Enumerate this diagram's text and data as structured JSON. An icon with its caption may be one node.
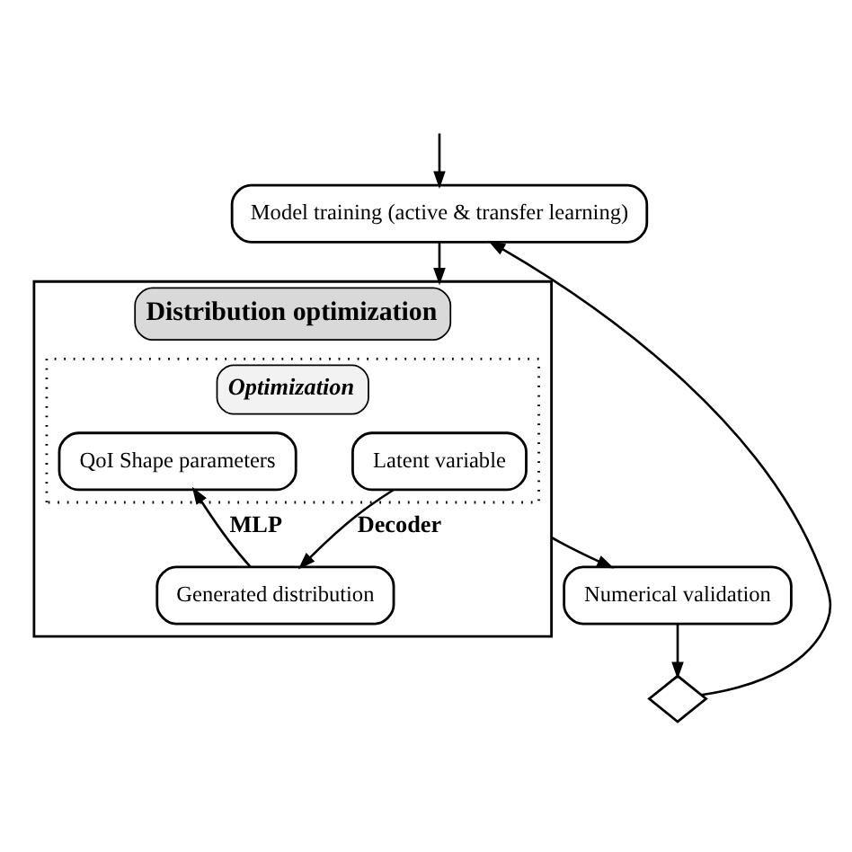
{
  "diagram": {
    "nodes": [
      {
        "text": [
          "Model training (active & transfer learning)"
        ]
      },
      {
        "text": [
          "Distribution optimization"
        ]
      },
      {
        "text": [
          "Optimization"
        ],
        "in": 1
      },
      {
        "text": [
          "Latent variable"
        ],
        "in": 2
      },
      {
        "text": [
          "Generated distribution"
        ],
        "in": 1
      },
      {
        "text": [
          "QoI Shape parameters"
        ],
        "in": 2
      },
      {
        "text": [
          "Numerical validation"
        ]
      },
      {
        "text": [],
        "shape": "diamond"
      }
    ],
    "edges": [
      {
        "from": null,
        "to": 0,
        "arrow": "to"
      },
      {
        "from": 0,
        "to": 1,
        "arrow": "to"
      },
      {
        "from": 3,
        "to": 4,
        "arrow": "to",
        "label": "Decoder"
      },
      {
        "from": 4,
        "to": 5,
        "arrow": "to",
        "label": "MLP"
      },
      {
        "from": 1,
        "to": 6,
        "arrow": "to"
      },
      {
        "from": 6,
        "to": 7,
        "arrow": "to"
      },
      {
        "from": 7,
        "to": 0,
        "arrow": "to"
      }
    ]
  }
}
